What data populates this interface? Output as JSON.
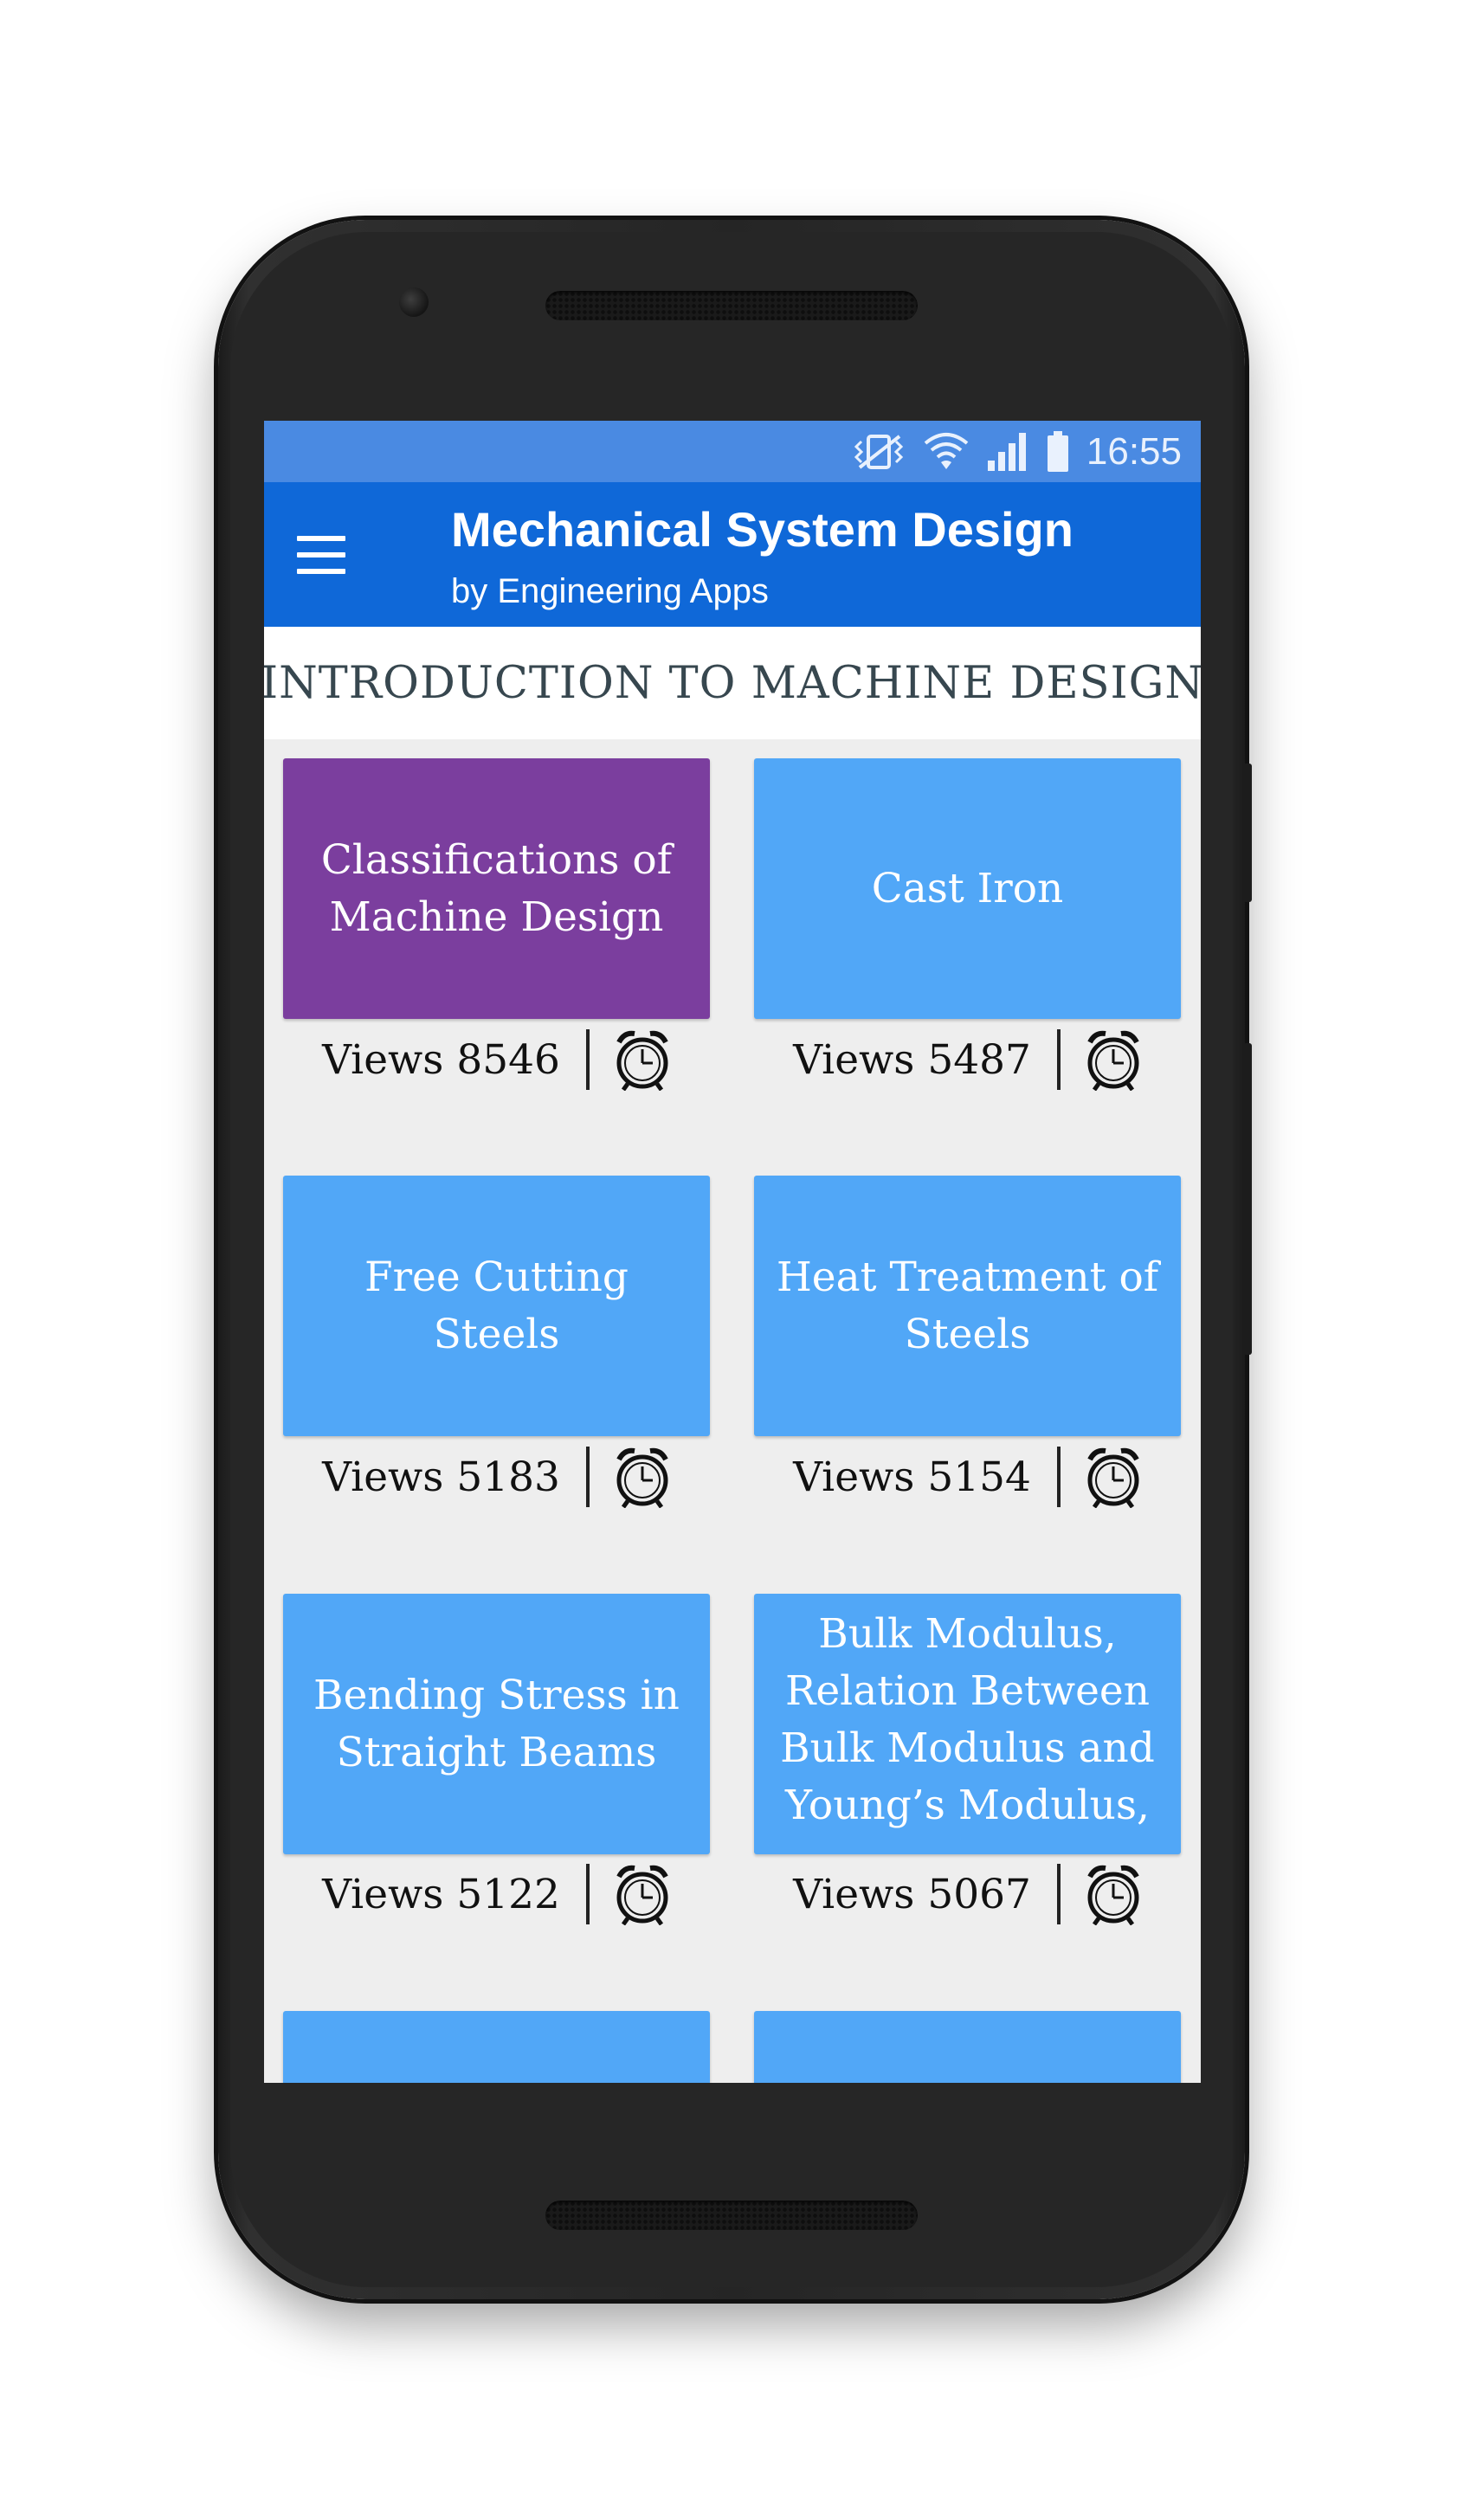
{
  "status_bar": {
    "time": "16:55",
    "icons": [
      "vibrate-icon",
      "wifi-icon",
      "signal-icon",
      "battery-icon"
    ]
  },
  "app_bar": {
    "title": "Mechanical System Design",
    "subtitle": "by Engineering Apps",
    "menu_icon": "hamburger-menu-icon"
  },
  "section": {
    "title": "INTRODUCTION TO MACHINE DESIGN"
  },
  "topics": [
    {
      "title": "Classifications of Machine Design",
      "views": "Views 8546",
      "color": "#7b3e9e"
    },
    {
      "title": "Cast Iron",
      "views": "Views 5487",
      "color": "#51a7f7"
    },
    {
      "title": "Free Cutting Steels",
      "views": "Views 5183",
      "color": "#51a7f7"
    },
    {
      "title": "Heat Treatment of Steels",
      "views": "Views 5154",
      "color": "#51a7f7"
    },
    {
      "title": "Bending Stress in Straight Beams",
      "views": "Views 5122",
      "color": "#51a7f7"
    },
    {
      "title": "Bulk Modulus, Relation Between Bulk Modulus and Young’s Modulus,",
      "views": "Views 5067",
      "color": "#51a7f7"
    },
    {
      "title": "",
      "views": "",
      "color": "#51a7f7"
    },
    {
      "title": "",
      "views": "",
      "color": "#51a7f7"
    }
  ],
  "meta_icon": "alarm-clock-icon",
  "colors": {
    "status_bar": "#4a8ae2",
    "app_bar": "#0f68d8",
    "card_blue": "#51a7f7",
    "card_purple": "#7b3e9e",
    "background": "#eeeeee"
  }
}
